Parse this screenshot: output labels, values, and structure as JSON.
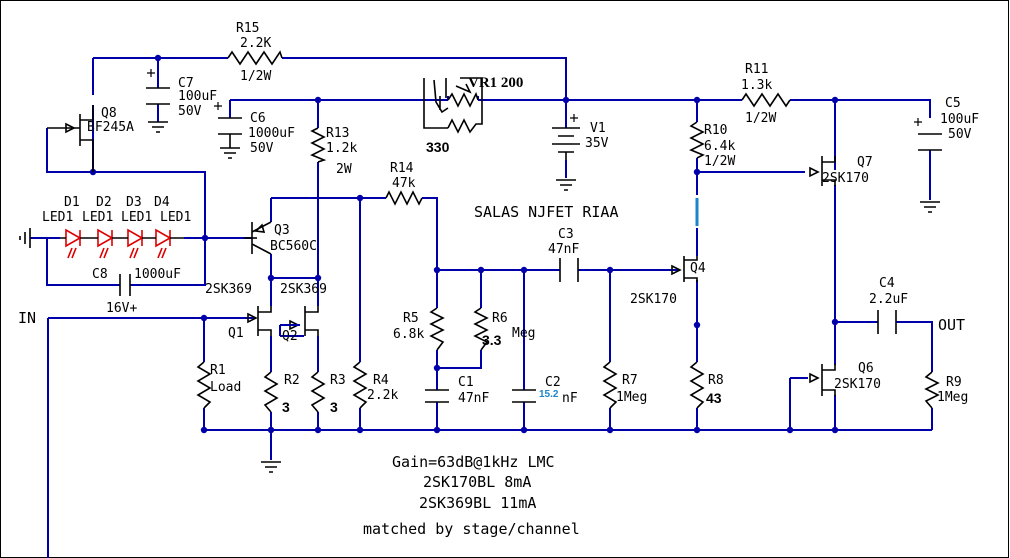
{
  "title": "SALAS NJFET RIAA",
  "input_label": "IN",
  "output_label": "OUT",
  "notes": [
    "Gain=63dB@1kHz LMC",
    "2SK170BL 8mA",
    "2SK369BL 11mA",
    "matched by stage/channel"
  ],
  "components": {
    "R15": {
      "name": "R15",
      "value": "2.2K",
      "extra": "1/2W"
    },
    "C7": {
      "name": "C7",
      "value": "100uF",
      "extra": "50V"
    },
    "Q8": {
      "name": "Q8",
      "value": "BF245A"
    },
    "C6": {
      "name": "C6",
      "value": "1000uF",
      "extra": "50V"
    },
    "R13": {
      "name": "R13",
      "value": "1.2k",
      "extra": "2W"
    },
    "VR1": {
      "name": "VR1",
      "value": "200",
      "label": "VR1 200",
      "note": "330"
    },
    "V1": {
      "name": "V1",
      "value": "35V"
    },
    "R10": {
      "name": "R10",
      "value": "6.4k",
      "extra": "1/2W"
    },
    "R11": {
      "name": "R11",
      "value": "1.3k",
      "extra": "1/2W"
    },
    "C5": {
      "name": "C5",
      "value": "100uF",
      "extra": "50V"
    },
    "Q7": {
      "name": "Q7",
      "value": "2SK170"
    },
    "R14": {
      "name": "R14",
      "value": "47k"
    },
    "LEDS": {
      "names": [
        "D1",
        "D2",
        "D3",
        "D4"
      ],
      "value": "LED1"
    },
    "Q3": {
      "name": "Q3",
      "value": "BC560C"
    },
    "C8": {
      "name": "C8",
      "value": "1000uF",
      "extra": "16V+"
    },
    "C3": {
      "name": "C3",
      "value": "47nF"
    },
    "Q4": {
      "name": "Q4",
      "value": "2SK170"
    },
    "C4": {
      "name": "C4",
      "value": "2.2uF"
    },
    "Q1": {
      "name": "Q1",
      "value": "2SK369"
    },
    "Q2": {
      "name": "Q2",
      "value": "2SK369"
    },
    "R5": {
      "name": "R5",
      "value": "6.8k"
    },
    "R6": {
      "name": "R6",
      "value": "3.3",
      "unit": "Meg"
    },
    "R1": {
      "name": "R1",
      "value": "Load"
    },
    "R2": {
      "name": "R2",
      "value": "3"
    },
    "R3": {
      "name": "R3",
      "value": "3"
    },
    "R4": {
      "name": "R4",
      "value": "2.2k"
    },
    "C1": {
      "name": "C1",
      "value": "47nF"
    },
    "C2": {
      "name": "C2",
      "value": "15.2",
      "unit": "nF"
    },
    "R7": {
      "name": "R7",
      "value": "1Meg"
    },
    "R8": {
      "name": "R8",
      "value": "43"
    },
    "Q6": {
      "name": "Q6",
      "value": "2SK170"
    },
    "R9": {
      "name": "R9",
      "value": "1Meg"
    }
  },
  "colors": {
    "wire": "#0000aa",
    "component": "#000000",
    "led": "#dd0000",
    "annotation": "#1a86c9"
  }
}
